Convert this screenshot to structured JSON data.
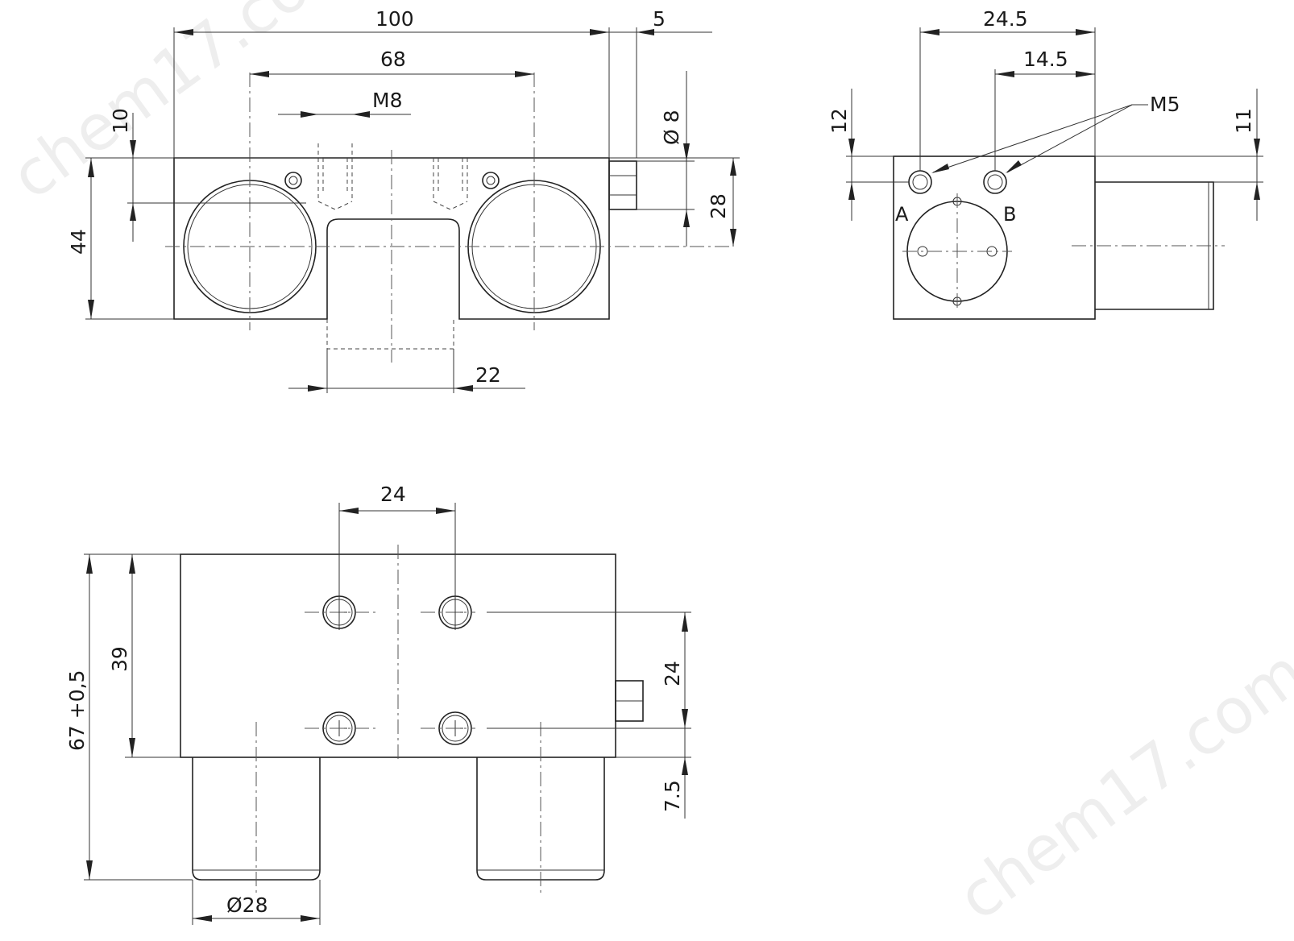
{
  "watermark": {
    "text_top": "chem17.com",
    "text_bottom": "chem17.com"
  },
  "front_view": {
    "dims": {
      "overall_width": "100",
      "hole_spacing": "68",
      "thread": "M8",
      "offset": "5",
      "height_10": "10",
      "diameter_8": "Ø 8",
      "height_28": "28",
      "height_44": "44",
      "slot_width": "22"
    }
  },
  "side_view": {
    "dims": {
      "width_24_5": "24.5",
      "width_14_5": "14.5",
      "height_12": "12",
      "height_11": "11",
      "port_thread": "M5"
    },
    "port_labels": {
      "a": "A",
      "b": "B"
    }
  },
  "bottom_view": {
    "dims": {
      "hole_spacing_h": "24",
      "height_39": "39",
      "overall_height": "67 +0,5",
      "hole_spacing_v": "24",
      "offset_7_5": "7.5",
      "diameter_28": "Ø28"
    }
  }
}
